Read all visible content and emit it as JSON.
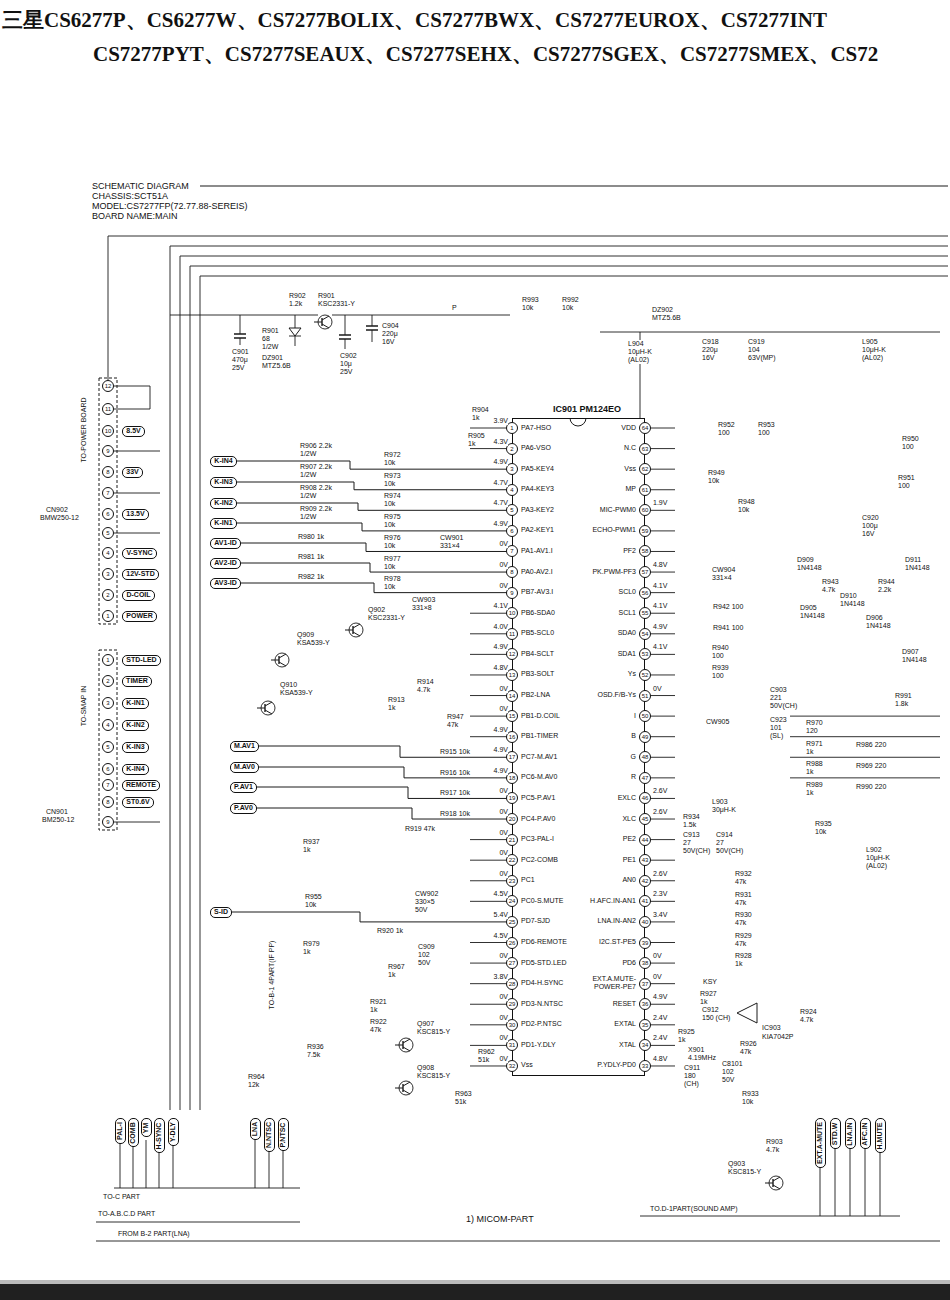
{
  "diagram": {
    "title": "三星CS6277P、CS6277W、CS7277BOLIX、CS7277BWX、CS7277EUROX、CS7277INT",
    "nodes": [
      {
        "text": [
          "IC901 PM124EO",
          "PA7-HSO",
          "PA6-VSO",
          "PA5-KEY4",
          "PA4-KEY3",
          "PA3-KEY2",
          "PA2-KEY1",
          "PA1-AV1.I",
          "PA0-AV2.I",
          "PB7-AV3.I",
          "PB6-SDA0",
          "PB5-SCL0",
          "PB4-SCLT",
          "PB3-SOLT",
          "PB2-LNA",
          "PB1-D.COIL",
          "PB1-TIMER",
          "PC7-M.AV1",
          "PC6-M.AV0",
          "PC5-P.AV1",
          "PC4-P.AV0",
          "PC3-PAL-I",
          "PC2-COMB",
          "PC1",
          "PC0-S.MUTE",
          "PD7-SJD",
          "PD6-REMOTE",
          "PD5-STD.LED",
          "PD4-H.SYNC",
          "PD3-N.NTSC",
          "PD2-P.NTSC",
          "PD1-Y.DLY",
          "Vss",
          "VDD",
          "N.C",
          "Vss",
          "MP",
          "MIC-PWM0",
          "ECHO-PWM1",
          "PF2",
          "PK.PWM-PF3",
          "SCL0",
          "SCL1",
          "SDA0",
          "SDA1",
          "Ys",
          "OSD.F/B-Ys",
          "I",
          "B",
          "G",
          "R",
          "EXLC",
          "XLC",
          "PE2",
          "PE1",
          "AN0",
          "H.AFC.IN-AN1",
          "LNA.IN-AN2",
          "I2C.ST-PE5",
          "PD6",
          "EXT.A.MUTE- POWER-PE7",
          "RESET",
          "EXTAL",
          "XTAL",
          "P.YDLY-PD0"
        ]
      },
      {
        "text": [
          "8.5V"
        ]
      },
      {
        "text": [
          "33V"
        ]
      },
      {
        "text": [
          "13.5V"
        ]
      },
      {
        "text": [
          "V-SYNC"
        ]
      },
      {
        "text": [
          "12V-STD"
        ]
      },
      {
        "text": [
          "D-COIL"
        ]
      },
      {
        "text": [
          "POWER"
        ]
      },
      {
        "text": [
          "K-IN4"
        ]
      },
      {
        "text": [
          "K-IN3"
        ]
      },
      {
        "text": [
          "K-IN2"
        ]
      },
      {
        "text": [
          "K-IN1"
        ]
      },
      {
        "text": [
          "AV1-ID"
        ]
      },
      {
        "text": [
          "AV2-ID"
        ]
      },
      {
        "text": [
          "AV3-ID"
        ]
      },
      {
        "text": [
          "STD-LED"
        ]
      },
      {
        "text": [
          "TIMER"
        ]
      },
      {
        "text": [
          "K-IN1"
        ]
      },
      {
        "text": [
          "K-IN2"
        ]
      },
      {
        "text": [
          "K-IN3"
        ]
      },
      {
        "text": [
          "K-IN4"
        ]
      },
      {
        "text": [
          "REMOTE"
        ]
      },
      {
        "text": [
          "ST0.6V"
        ]
      },
      {
        "text": [
          "M.AV1"
        ]
      },
      {
        "text": [
          "M.AV0"
        ]
      },
      {
        "text": [
          "P.AV1"
        ]
      },
      {
        "text": [
          "P.AV0"
        ]
      },
      {
        "text": [
          "S-ID"
        ]
      },
      {
        "text": [
          "PAL-I"
        ]
      },
      {
        "text": [
          "COMB"
        ]
      },
      {
        "text": [
          "YM"
        ]
      },
      {
        "text": [
          "H-SYNC"
        ]
      },
      {
        "text": [
          "Y-DLY"
        ]
      },
      {
        "text": [
          "LNA"
        ]
      },
      {
        "text": [
          "N.NTSC"
        ]
      },
      {
        "text": [
          "P.NTSC"
        ]
      },
      {
        "text": [
          "EXT.A-MUTE"
        ]
      },
      {
        "text": [
          "STD.W"
        ]
      },
      {
        "text": [
          "LNA.IN"
        ]
      },
      {
        "text": [
          "AFC.IN"
        ]
      },
      {
        "text": [
          "H.MUTE"
        ]
      }
    ],
    "edges": [
      {
        "from": 8,
        "to": 0,
        "arrow": "none"
      },
      {
        "from": 9,
        "to": 0,
        "arrow": "none"
      },
      {
        "from": 10,
        "to": 0,
        "arrow": "none"
      },
      {
        "from": 11,
        "to": 0,
        "arrow": "none"
      },
      {
        "from": 12,
        "to": 0,
        "arrow": "none"
      },
      {
        "from": 13,
        "to": 0,
        "arrow": "none"
      },
      {
        "from": 14,
        "to": 0,
        "arrow": "none"
      },
      {
        "from": 23,
        "to": 0,
        "arrow": "none"
      },
      {
        "from": 24,
        "to": 0,
        "arrow": "none"
      },
      {
        "from": 25,
        "to": 0,
        "arrow": "none"
      },
      {
        "from": 26,
        "to": 0,
        "arrow": "none"
      },
      {
        "from": 27,
        "to": 0,
        "arrow": "none"
      }
    ],
    "labels": [
      "1",
      "2",
      "3",
      "4",
      "5",
      "6",
      "7",
      "8",
      "9",
      "10",
      "11",
      "12",
      "13",
      "14",
      "15",
      "16",
      "17",
      "18",
      "19",
      "20",
      "21",
      "22",
      "23",
      "24",
      "25",
      "26",
      "27",
      "28",
      "29",
      "30",
      "31",
      "32",
      "64",
      "63",
      "62",
      "61",
      "60",
      "59",
      "58",
      "57",
      "56",
      "55",
      "54",
      "53",
      "52",
      "51",
      "50",
      "49",
      "48",
      "47",
      "46",
      "45",
      "44",
      "43",
      "42",
      "41",
      "40",
      "39",
      "38",
      "37",
      "36",
      "35",
      "34",
      "33",
      "3.9V",
      "4.3V",
      "4.9V",
      "4.7V",
      "4.7V",
      "4.9V",
      "0V",
      "0V",
      "0V",
      "4.1V",
      "4.0V",
      "4.9V",
      "4.8V",
      "0V",
      "0V",
      "4.9V",
      "4.9V",
      "4.9V",
      "0V",
      "0V",
      "0V",
      "0V",
      "0V",
      "4.5V",
      "5.4V",
      "4.5V",
      "0V",
      "3.8V",
      "0V",
      "0V",
      "0V",
      "0V",
      "CS7277PYT、CS7277SEAUX、CS7277SEHX、CS7277SGEX、CS7277SMEX、CS72",
      "SCHEMATIC DIAGRAM",
      "CHASSIS:SCT51A",
      "MODEL:CS7277FP(72.77.88-SEREIS)",
      "BOARD NAME:MAIN",
      "CN902",
      "BMW250-12",
      "CN901",
      "BM250-12",
      "TO-POWER BOARD",
      "TO-SMAP IN",
      "TO-B-1 4PART(IF PP)",
      "12",
      "11",
      "10",
      "9",
      "8",
      "7",
      "6",
      "5",
      "4",
      "3",
      "2",
      "1",
      "1",
      "2",
      "3",
      "4",
      "5",
      "6",
      "7",
      "8",
      "9",
      "R902",
      "1.2k",
      "R901",
      "KSC2331-Y",
      "R901",
      "68",
      "1/2W",
      "C901",
      "470μ",
      "25V",
      "DZ901",
      "MTZ5.6B",
      "C902",
      "10μ",
      "25V",
      "C904",
      "220μ",
      "16V",
      "P",
      "R993",
      "10k",
      "R992",
      "10k",
      "DZ902",
      "MTZ5.6B",
      "L904",
      "10μH-K",
      "(AL02)",
      "C918",
      "220μ",
      "16V",
      "C919",
      "104",
      "63V(MP)",
      "L905",
      "10μH-K",
      "(AL02)",
      "R904",
      "1k",
      "R905",
      "1k",
      "R952",
      "100",
      "R953",
      "100",
      "R950",
      "100",
      "R951",
      "100",
      "R949",
      "10k",
      "R948",
      "10k",
      "C920",
      "100μ",
      "16V",
      "CW904",
      "331×4",
      "D909",
      "1N4148",
      "R943",
      "4.7k",
      "R944",
      "2.2k",
      "D910",
      "1N4148",
      "D911",
      "1N4148",
      "D905",
      "1N4148",
      "D906",
      "1N4148",
      "D907",
      "1N4148",
      "R942 100",
      "R941 100",
      "R940",
      "100",
      "R939",
      "100",
      "C903",
      "221",
      "50V(CH)",
      "CW905",
      "C923",
      "101",
      "(SL)",
      "R991",
      "1.8k",
      "R970",
      "120",
      "R971",
      "1k",
      "R988",
      "1k",
      "R989",
      "1k",
      "R986 220",
      "R969 220",
      "R990 220",
      "R934",
      "1.5k",
      "L903",
      "30μH-K",
      "C913",
      "27",
      "50V(CH)",
      "C914",
      "27",
      "50V(CH)",
      "R935",
      "10k",
      "L902",
      "10μH-K",
      "(AL02)",
      "R932",
      "47k",
      "R931",
      "47k",
      "R930",
      "47k",
      "R929",
      "47k",
      "R928",
      "1k",
      "KSY",
      "R927",
      "1k",
      "C912",
      "150 (CH)",
      "R925",
      "1k",
      "X901",
      "4.19MHz",
      "C911",
      "180",
      "(CH)",
      "C8101",
      "102",
      "50V",
      "R926",
      "47k",
      "IC903",
      "KIA7042P",
      "R924",
      "4.7k",
      "R933",
      "10k",
      "R903",
      "4.7k",
      "Q903",
      "KSC815-Y",
      "R906 2.2k",
      "1/2W",
      "R907 2.2k",
      "1/2W",
      "R908 2.2k",
      "1/2W",
      "R909 2.2k",
      "1/2W",
      "R972",
      "10k",
      "R973",
      "10k",
      "R974",
      "10k",
      "R975",
      "10k",
      "R976",
      "10k",
      "R977",
      "10k",
      "R978",
      "10k",
      "R980 1k",
      "R981 1k",
      "R982 1k",
      "CW901",
      "331×4",
      "CW903",
      "331×8",
      "Q902",
      "KSC2331-Y",
      "Q909",
      "KSA539-Y",
      "Q910",
      "KSA539-Y",
      "R914",
      "4.7k",
      "R913",
      "1k",
      "R947",
      "47k",
      "R915 10k",
      "R916 10k",
      "R917 10k",
      "R918 10k",
      "R919 47k",
      "R937",
      "1k",
      "R955",
      "10k",
      "CW902",
      "330×5",
      "50V",
      "R920 1k",
      "R979",
      "1k",
      "C909",
      "102",
      "50V",
      "R967",
      "1k",
      "R921",
      "1k",
      "R922",
      "47k",
      "Q907",
      "KSC815-Y",
      "R936",
      "7.5k",
      "R962",
      "51k",
      "Q908",
      "KSC815-Y",
      "R964",
      "12k",
      "R963",
      "51k",
      "TO-C PART",
      "TO-A.B.C.D PART",
      "FROM B-2 PART(LNA)",
      "1) MICOM-PART",
      "TO.D-1PART(SOUND AMP)",
      "1.9V",
      "4.8V",
      "4.1V",
      "4.1V",
      "4.9V",
      "4.1V",
      "0V",
      "2.6V",
      "2.6V",
      "2.6V",
      "2.3V",
      "3.4V",
      "0V",
      "0V",
      "4.9V",
      "2.4V",
      "2.4V",
      "4.8V"
    ]
  }
}
